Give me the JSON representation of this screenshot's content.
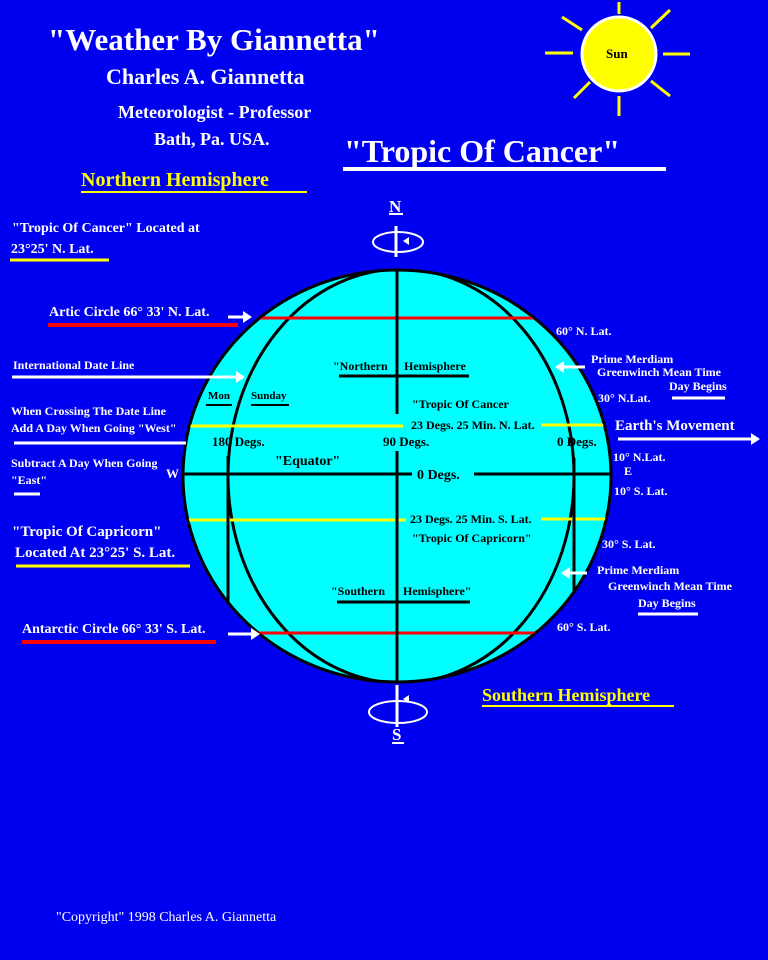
{
  "header": {
    "site_title": "\"Weather By Giannetta\"",
    "author": "Charles A. Giannetta",
    "role": "Meteorologist - Professor",
    "location": "Bath, Pa. USA.",
    "page_title": "\"Tropic Of Cancer\"",
    "northern_heading": "Northern Hemisphere",
    "southern_heading": "Southern Hemisphere"
  },
  "sun": {
    "label": "Sun",
    "icon": "sun-icon",
    "color": "#ffff00"
  },
  "poles": {
    "north": "N",
    "south": "S",
    "icon": "rotation-axis-icon"
  },
  "left_notes": {
    "tropic_cancer_line1": "\"Tropic Of Cancer\" Located at",
    "tropic_cancer_line2": "23°25'  N. Lat.",
    "arctic_circle": "Artic Circle 66° 33'  N. Lat.",
    "date_line": "International Date Line",
    "crossing_line1": "When Crossing The Date Line",
    "crossing_line2": "Add A Day When Going \"West\"",
    "subtract_line1": "Subtract A Day When Going",
    "subtract_line2": "\"East\"",
    "west": "W",
    "tropic_capricorn_line1": "\"Tropic Of Capricorn\"",
    "tropic_capricorn_line2": "Located At 23°25'  S. Lat.",
    "antarctic_circle": "Antarctic Circle 66° 33'  S. Lat."
  },
  "globe": {
    "northern_label_left": "\"Northern",
    "northern_label_right": "Hemisphere",
    "southern_label_left": "\"Southern",
    "southern_label_right": "Hemisphere\"",
    "mon": "Mon",
    "sunday": "Sunday",
    "tropic_cancer_name": "\"Tropic Of Cancer",
    "tropic_cancer_value": "23 Degs. 25 Min. N. Lat.",
    "tropic_capricorn_value": "23 Degs. 25 Min. S. Lat.",
    "tropic_capricorn_name": "\"Tropic Of Capricorn\"",
    "deg_180": "180 Degs.",
    "deg_90": "90 Degs.",
    "deg_0": "0 Degs.",
    "equator_label": "\"Equator\"",
    "equator_value": "0 Degs.",
    "colors": {
      "ocean": "#00ffff",
      "arctic": "#ff0000",
      "tropic": "#ffff00",
      "background": "#0000f0"
    }
  },
  "right_notes": {
    "lat_60n": "60° N. Lat.",
    "prime_meridian": "Prime Merdiam",
    "gmt": "Greenwinch Mean Time",
    "day_begins": "Day Begins",
    "lat_30n": "30° N.Lat.",
    "earth_movement": "Earth's Movement",
    "lat_10n": "10° N.Lat.",
    "east": "E",
    "lat_10s": "10° S. Lat.",
    "lat_30s": "30° S. Lat.",
    "prime_meridian_s": "Prime Merdiam",
    "gmt_s": "Greenwinch Mean Time",
    "day_begins_s": "Day Begins",
    "lat_60s": "60° S. Lat."
  },
  "footer": {
    "copyright": "\"Copyright\" 1998 Charles A. Giannetta"
  }
}
